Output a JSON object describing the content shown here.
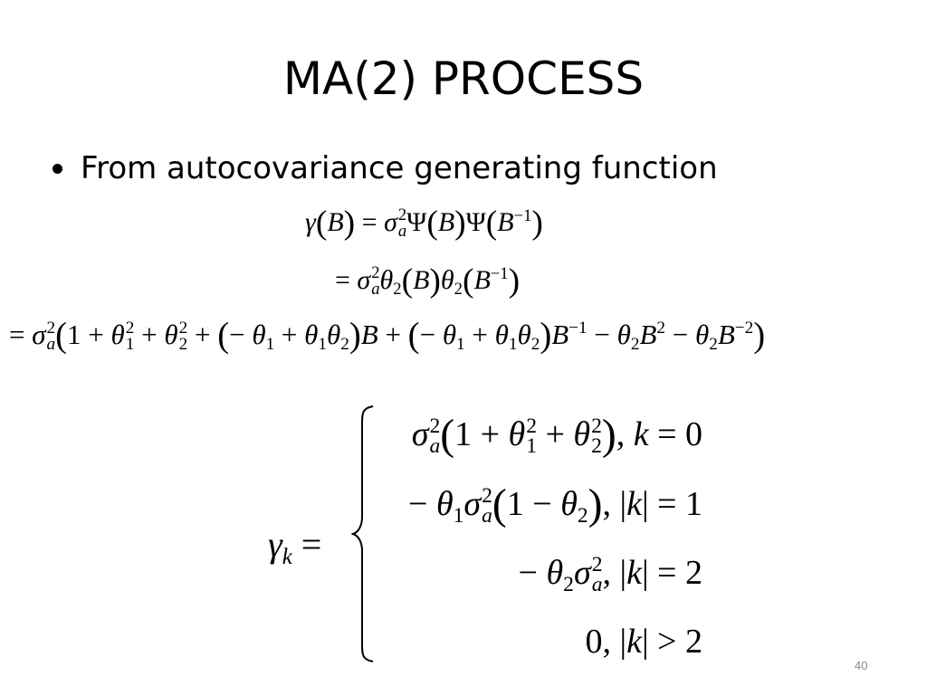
{
  "slide": {
    "title": "MA(2) PROCESS",
    "bullet_text": "From autocovariance generating function",
    "page_number": "40"
  },
  "equations": {
    "line1": "γ(B) = σ_a² Ψ(B) Ψ(B⁻¹)",
    "line2": "= σ_a² θ₂(B) θ₂(B⁻¹)",
    "line3": "= σ_a²(1 + θ₁² + θ₂² + (−θ₁ + θ₁θ₂)B + (−θ₁ + θ₁θ₂)B⁻¹ − θ₂B² − θ₂B⁻²)",
    "gamma_k_lhs": "γ_k =",
    "case_1": "σ_a²(1 + θ₁² + θ₂²), k = 0",
    "case_2": "−θ₁σ_a²(1 − θ₂), |k| = 1",
    "case_3": "−θ₂σ_a², |k| = 2",
    "case_4": "0, |k| > 2"
  }
}
